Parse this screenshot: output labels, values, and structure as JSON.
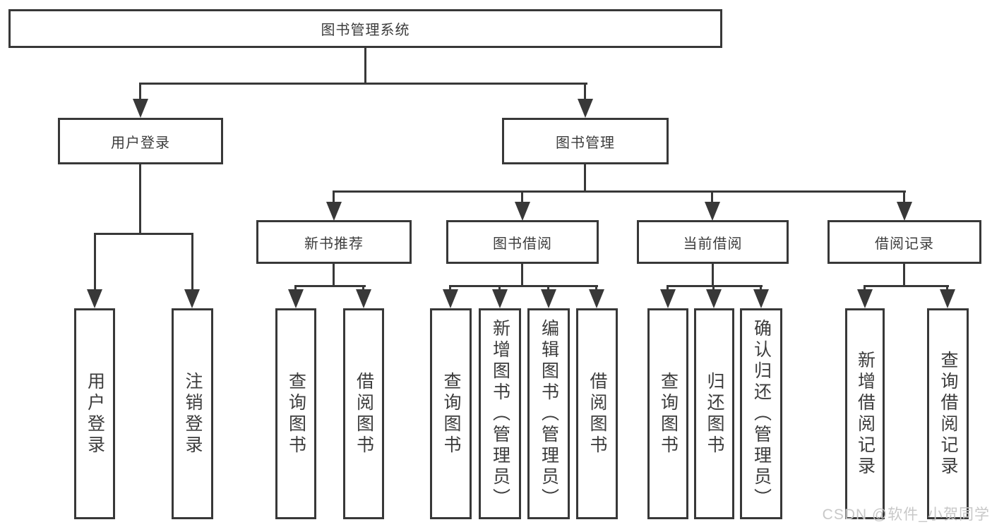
{
  "diagram": {
    "root": {
      "label": "图书管理系统"
    },
    "branches": [
      {
        "label": "用户登录",
        "children": [
          {
            "label": "用户登录"
          },
          {
            "label": "注销登录"
          }
        ]
      },
      {
        "label": "图书管理",
        "children": [
          {
            "label": "新书推荐",
            "children": [
              {
                "label": "查询图书"
              },
              {
                "label": "借阅图书"
              }
            ]
          },
          {
            "label": "图书借阅",
            "children": [
              {
                "label": "查询图书"
              },
              {
                "label": "新增图书（管理员）"
              },
              {
                "label": "编辑图书（管理员）"
              },
              {
                "label": "借阅图书"
              }
            ]
          },
          {
            "label": "当前借阅",
            "children": [
              {
                "label": "查询图书"
              },
              {
                "label": "归还图书"
              },
              {
                "label": "确认归还（管理员）"
              }
            ]
          },
          {
            "label": "借阅记录",
            "children": [
              {
                "label": "新增借阅记录"
              },
              {
                "label": "查询借阅记录"
              }
            ]
          }
        ]
      }
    ]
  },
  "watermark": {
    "text": "CSDN @软件_小贺同学"
  },
  "colors": {
    "line": "#383838",
    "text": "#3c3c3c",
    "background": "#ffffff",
    "watermark": "#c8c8c8"
  }
}
